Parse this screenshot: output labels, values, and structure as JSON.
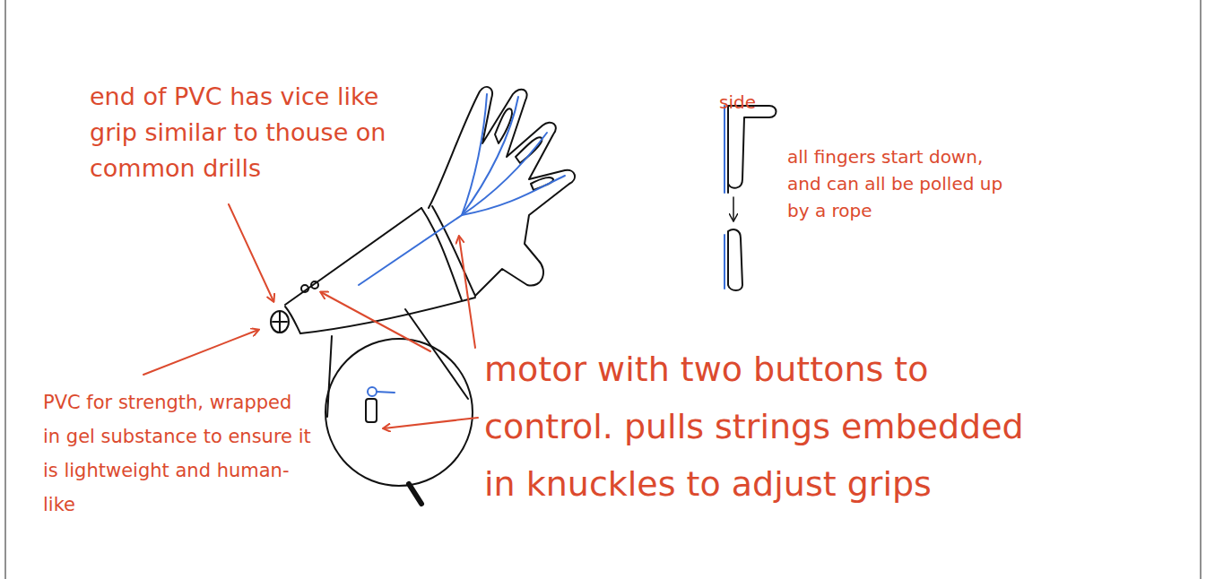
{
  "diagram": {
    "labels": [
      "end of PVC has vice like grip similar to thouse on common drills",
      "PVC for strength, wrapped in gel substance to ensure it is lightweight and human-like",
      "motor with two buttons to control. pulls strings embedded in knuckles to adjust grips",
      "side",
      "all fingers start down, and can all be polled up by a rope"
    ]
  }
}
